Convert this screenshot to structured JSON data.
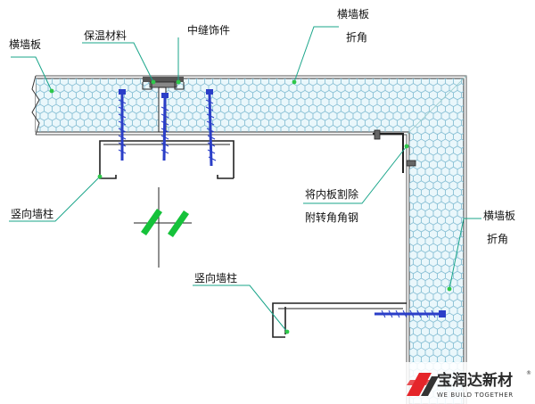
{
  "labels": {
    "wall_panel_left": "横墙板",
    "insulation": "保温材料",
    "joint_trim": "中缝饰件",
    "wall_panel_top_line1": "横墙板",
    "wall_panel_top_line2": "折角",
    "vertical_column_left": "竖向墙柱",
    "cut_inner_line1": "将内板割除",
    "cut_inner_line2": "附转角角钢",
    "wall_panel_right_line1": "横墙板",
    "wall_panel_right_line2": "折角",
    "vertical_column_bottom": "竖向墙柱"
  },
  "brand": {
    "name_cn": "宝润达新材",
    "name_en": "WE BUILD TOGETHER",
    "registered": "®"
  },
  "colors": {
    "panel_fill": "#eaf7fb",
    "hex_pattern": "#79b7cf",
    "leader_line": "#1aa58a",
    "leader_dot": "#2ec84a",
    "screw": "#2a3ec8",
    "steel": "#222222",
    "break_mark": "#15c23a",
    "brand_red": "#e5252a"
  }
}
